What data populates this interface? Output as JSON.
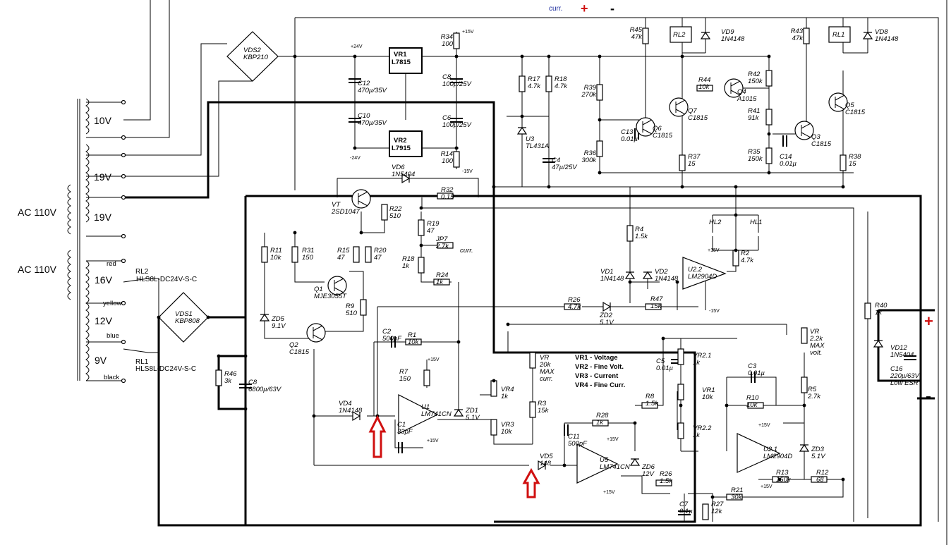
{
  "top": {
    "curr": "curr.",
    "plus": "+",
    "minus": "-"
  },
  "transformer": {
    "taps": [
      "10V",
      "19V",
      "19V",
      "16V",
      "12V",
      "9V"
    ],
    "primary1": "AC 110V",
    "primary2": "AC 110V",
    "wires": [
      "red",
      "yellow",
      "blue",
      "black"
    ]
  },
  "relays": {
    "rl2": "RL2",
    "rl2_part": "HLS8L-DC24V-S-C",
    "rl1": "RL1",
    "rl1_part": "HLS8L-DC24V-S-C"
  },
  "bridges": {
    "vds2": "VDS2",
    "vds2_part": "KBP210",
    "vds1": "VDS1",
    "vds1_part": "KBP808"
  },
  "rails": {
    "p24": "+24V",
    "m24": "-24V",
    "p15": "+15V",
    "m15": "-15V"
  },
  "components": {
    "VR1": [
      "VR1",
      "L7815"
    ],
    "VR2": [
      "VR2",
      "L7915"
    ],
    "C12": [
      "C12",
      "470µ/35V"
    ],
    "C10": [
      "C10",
      "470µ/35V"
    ],
    "C8a": [
      "C8",
      "100µ/25V"
    ],
    "C6": [
      "C6",
      "100µ/25V"
    ],
    "R34": [
      "R34",
      "100"
    ],
    "R14": [
      "R14",
      "100"
    ],
    "R17": [
      "R17",
      "4.7k"
    ],
    "R18": [
      "R18",
      "4.7k"
    ],
    "U3": [
      "U3",
      "TL431A"
    ],
    "C4": [
      "C4",
      "47µ/25V"
    ],
    "R39": [
      "R39",
      "270k"
    ],
    "R36": [
      "R36",
      "300k"
    ],
    "C13": [
      "C13",
      "0.01µ"
    ],
    "Q6": [
      "Q6",
      "C1815"
    ],
    "R45": [
      "R45",
      "47k"
    ],
    "RL2c": [
      "RL2"
    ],
    "VD9": [
      "VD9",
      "1N4148"
    ],
    "Q7": [
      "Q7",
      "C1815"
    ],
    "R44": [
      "R44",
      "10k"
    ],
    "Q4": [
      "Q4",
      "A1015"
    ],
    "R37": [
      "R37",
      "15"
    ],
    "R42": [
      "R42",
      "150k"
    ],
    "R41": [
      "R41",
      "91k"
    ],
    "R35": [
      "R35",
      "150k"
    ],
    "C14": [
      "C14",
      "0.01µ"
    ],
    "Q3": [
      "Q3",
      "C1815"
    ],
    "R43": [
      "R43",
      "47k"
    ],
    "RL1c": [
      "RL1"
    ],
    "VD8": [
      "VD8",
      "1N4148"
    ],
    "Q5": [
      "Q5",
      "C1815"
    ],
    "R38": [
      "R38",
      "15"
    ],
    "VD6": [
      "VD6",
      "1N5404"
    ],
    "VT": [
      "VT",
      "2SD1047"
    ],
    "R32": [
      "R32",
      "0.15"
    ],
    "R22": [
      "R22",
      "510"
    ],
    "R19": [
      "R19",
      "47"
    ],
    "JP7": [
      "JP7",
      "2.7k"
    ],
    "curr2": [
      "curr."
    ],
    "R18b": [
      "R18",
      "1k"
    ],
    "R24": [
      "R24",
      "1k"
    ],
    "R11": [
      "R11",
      "10k"
    ],
    "R31": [
      "R31",
      "150"
    ],
    "R15": [
      "R15",
      "47"
    ],
    "R20": [
      "R20",
      "47"
    ],
    "Q1": [
      "Q1",
      "MJE3055T"
    ],
    "R9": [
      "R9",
      "510"
    ],
    "ZD5": [
      "ZD5",
      "9.1V"
    ],
    "Q2": [
      "Q2",
      "C1815"
    ],
    "R46": [
      "R46",
      "3k"
    ],
    "C8b": [
      "C8",
      "6800µ/63V"
    ],
    "C2": [
      "C2",
      "500pF"
    ],
    "R1": [
      "R1",
      "10k"
    ],
    "R7": [
      "R7",
      "150"
    ],
    "U1": [
      "U1",
      "LM741CN"
    ],
    "ZD1": [
      "ZD1",
      "5.1V"
    ],
    "C1": [
      "C1",
      "33pF"
    ],
    "VD4": [
      "VD4",
      "1N4148"
    ],
    "R26a": [
      "R26",
      "4.7k"
    ],
    "ZD2": [
      "ZD2",
      "5.1V"
    ],
    "R47": [
      "R47",
      "15k"
    ],
    "R4": [
      "R4",
      "1.5k"
    ],
    "VD1": [
      "VD1",
      "1N4148"
    ],
    "VD2": [
      "VD2",
      "1N4148"
    ],
    "U22": [
      "U2.2",
      "LM2904D"
    ],
    "HL2": [
      "HL2"
    ],
    "HL1": [
      "HL1"
    ],
    "R2": [
      "R2",
      "4.7k"
    ],
    "VR4": [
      "VR4",
      "1k"
    ],
    "VR3": [
      "VR3",
      "10k"
    ],
    "VRc": [
      "VR",
      "20k",
      "MAX",
      "curr."
    ],
    "R3": [
      "R3",
      "15k"
    ],
    "VRv": [
      "VR",
      "2.2k",
      "MAX",
      "volt."
    ],
    "R5": [
      "R5",
      "2.7k"
    ],
    "R40": [
      "R40",
      "1k"
    ],
    "VD12": [
      "VD12",
      "1N5404"
    ],
    "C16": [
      "C16",
      "220µ/63V",
      "Low ESR"
    ],
    "C5": [
      "C5",
      "0.01µ"
    ],
    "VR21": [
      "VR2.1",
      "1k"
    ],
    "VR1p": [
      "VR1",
      "10k"
    ],
    "VR22": [
      "VR2.2",
      "1k"
    ],
    "R8": [
      "R8",
      "1.5k"
    ],
    "C3": [
      "C3",
      "0.01µ"
    ],
    "R10": [
      "R10",
      "10k"
    ],
    "U21": [
      "U2.1",
      "LM2904D"
    ],
    "ZD3": [
      "ZD3",
      "5.1V"
    ],
    "R13": [
      "R13",
      "150k"
    ],
    "R12": [
      "R12",
      "68"
    ],
    "R28": [
      "R28",
      "1k"
    ],
    "C11": [
      "C11",
      "500pF"
    ],
    "U5": [
      "U5",
      "LM741CN"
    ],
    "ZD6": [
      "ZD6",
      "12V"
    ],
    "R26b": [
      "R26",
      "1.5k"
    ],
    "VD5": [
      "VD5",
      "148"
    ],
    "C7": [
      "C7",
      "0.1µ"
    ],
    "R27": [
      "R27",
      "12k"
    ],
    "R21": [
      "R21",
      "30k"
    ]
  },
  "legend": [
    "VR1 - Voltage",
    "VR2 - Fine Volt.",
    "VR3 - Current",
    "VR4 - Fine Curr."
  ],
  "pins": {
    "p15": "+15V",
    "m15": "-15V"
  },
  "output": {
    "plus": "+",
    "minus": "-"
  },
  "accent": {
    "arrow": "#d01010",
    "top_plus": "#d01010",
    "curr": "#2030a0"
  }
}
